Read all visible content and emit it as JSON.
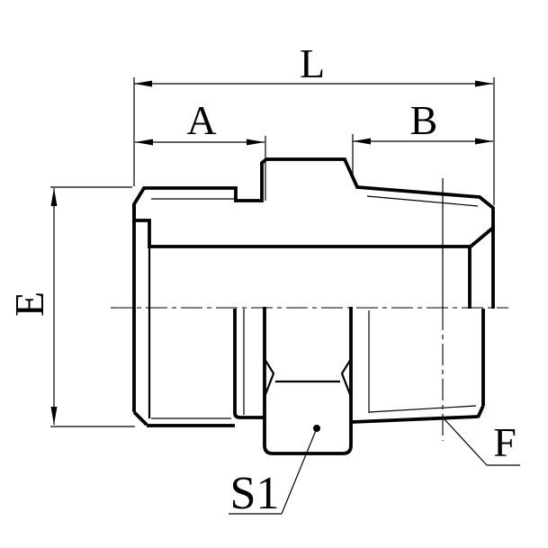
{
  "drawing": {
    "colors": {
      "line": "#000000",
      "background": "#ffffff"
    },
    "dimension_labels": {
      "L": "L",
      "A": "A",
      "B": "B",
      "E": "E",
      "S1": "S1",
      "F": "F"
    }
  }
}
